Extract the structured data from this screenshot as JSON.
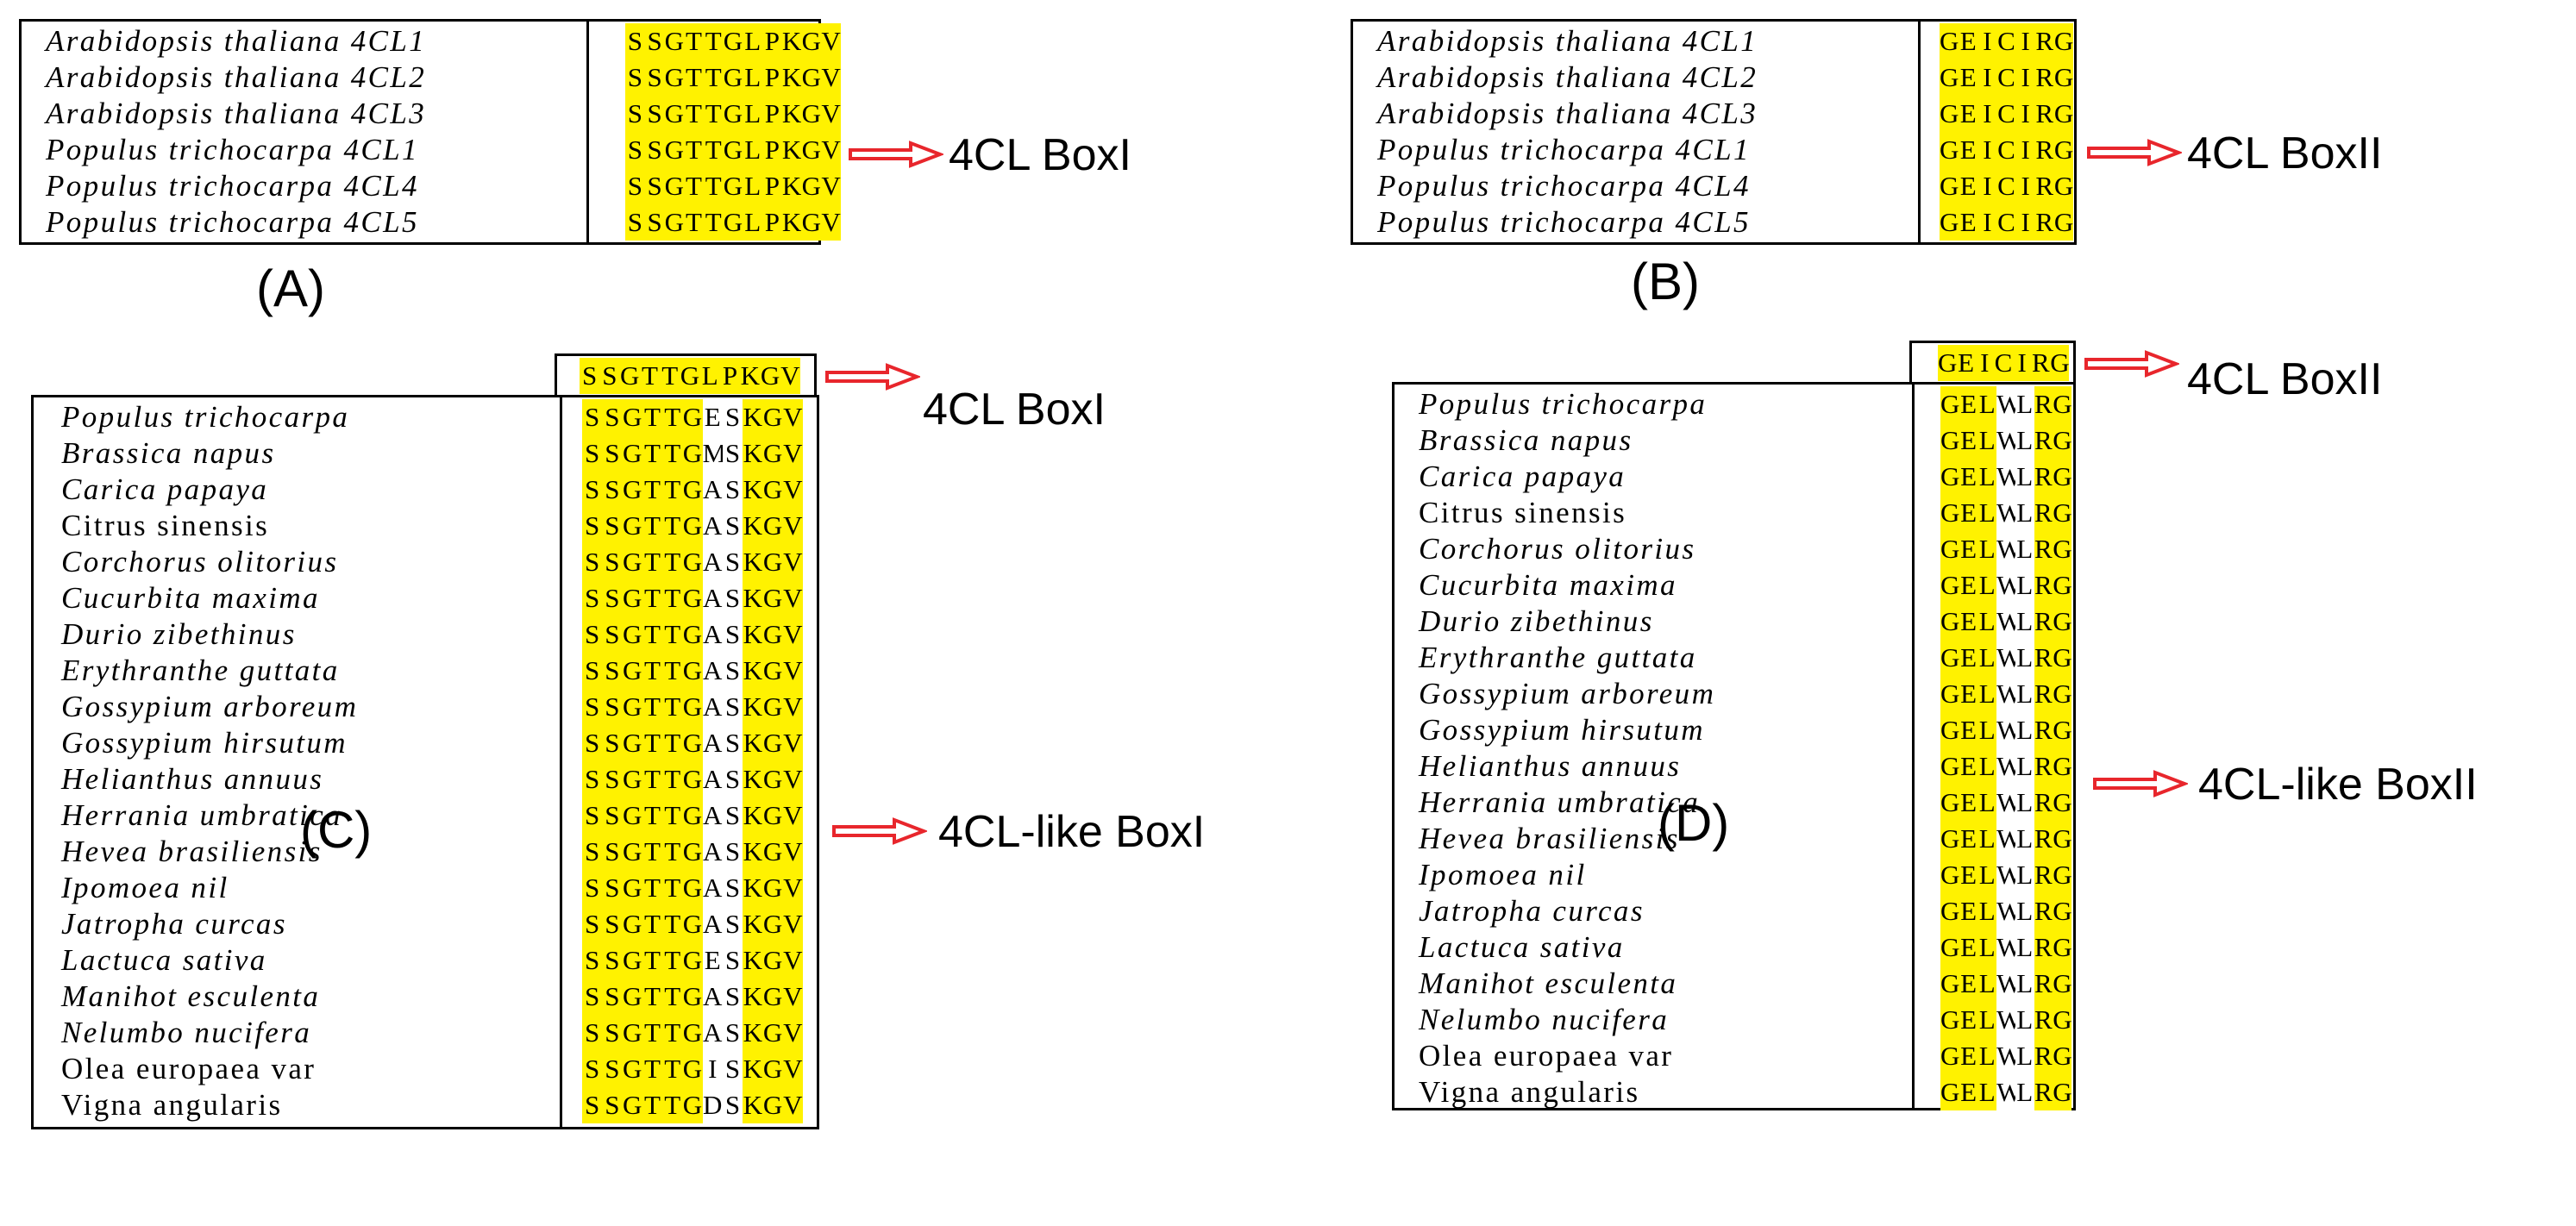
{
  "highlight_color": "#fff200",
  "arrow_color": "#e8262c",
  "panels": [
    {
      "label": "(A)",
      "callout": "4CL BoxI",
      "header_sequence": null,
      "conserved": [
        true,
        true,
        true,
        true,
        true,
        true,
        true,
        true,
        true,
        true,
        true,
        true
      ],
      "rows": [
        {
          "name": "Arabidopsis thaliana 4CL1",
          "italic": true,
          "sequence": "SSGTTGLPKGV"
        },
        {
          "name": "Arabidopsis thaliana 4CL2",
          "italic": true,
          "sequence": "SSGTTGLPKGV"
        },
        {
          "name": "Arabidopsis thaliana 4CL3",
          "italic": true,
          "sequence": "SSGTTGLPKGV"
        },
        {
          "name": "Populus trichocarpa 4CL1",
          "italic": true,
          "sequence": "SSGTTGLPKGV"
        },
        {
          "name": "Populus trichocarpa 4CL4",
          "italic": true,
          "sequence": "SSGTTGLPKGV"
        },
        {
          "name": "Populus trichocarpa 4CL5",
          "italic": true,
          "sequence": "SSGTTGLPKGV"
        }
      ]
    },
    {
      "label": "(B)",
      "callout": "4CL BoxII",
      "header_sequence": null,
      "conserved": [
        true,
        true,
        true,
        true,
        true,
        true,
        true
      ],
      "rows": [
        {
          "name": "Arabidopsis thaliana 4CL1",
          "italic": true,
          "sequence": "GEICIRG"
        },
        {
          "name": "Arabidopsis thaliana 4CL2",
          "italic": true,
          "sequence": "GEICIRG"
        },
        {
          "name": "Arabidopsis thaliana 4CL3",
          "italic": true,
          "sequence": "GEICIRG"
        },
        {
          "name": "Populus trichocarpa 4CL1",
          "italic": true,
          "sequence": "GEICIRG"
        },
        {
          "name": "Populus trichocarpa 4CL4",
          "italic": true,
          "sequence": "GEICIRG"
        },
        {
          "name": "Populus trichocarpa 4CL5",
          "italic": true,
          "sequence": "GEICIRG"
        }
      ]
    },
    {
      "label": "(C)",
      "header_callout": "4CL BoxI",
      "callout": "4CL-like BoxI",
      "header_sequence": "SSGTTGLPKGV",
      "conserved": [
        true,
        true,
        true,
        true,
        true,
        true,
        false,
        false,
        true,
        true,
        true
      ],
      "rows": [
        {
          "name": "Populus trichocarpa",
          "italic": true,
          "sequence": "SSGTTGESKGV"
        },
        {
          "name": "Brassica napus",
          "italic": true,
          "sequence": "SSGTTGMSKGV"
        },
        {
          "name": "Carica papaya",
          "italic": true,
          "sequence": "SSGTTGASKGV"
        },
        {
          "name": "Citrus sinensis",
          "italic": false,
          "sequence": "SSGTTGASKGV"
        },
        {
          "name": "Corchorus olitorius",
          "italic": true,
          "sequence": "SSGTTGASKGV"
        },
        {
          "name": "Cucurbita maxima",
          "italic": true,
          "sequence": "SSGTTGASKGV"
        },
        {
          "name": "Durio zibethinus",
          "italic": true,
          "sequence": "SSGTTGASKGV"
        },
        {
          "name": "Erythranthe guttata",
          "italic": true,
          "sequence": "SSGTTGASKGV"
        },
        {
          "name": "Gossypium arboreum",
          "italic": true,
          "sequence": "SSGTTGASKGV"
        },
        {
          "name": "Gossypium hirsutum",
          "italic": true,
          "sequence": "SSGTTGASKGV"
        },
        {
          "name": "Helianthus annuus",
          "italic": true,
          "sequence": "SSGTTGASKGV"
        },
        {
          "name": "Herrania umbratica",
          "italic": true,
          "sequence": "SSGTTGASKGV"
        },
        {
          "name": "Hevea brasiliensis",
          "italic": true,
          "sequence": "SSGTTGASKGV"
        },
        {
          "name": "Ipomoea nil",
          "italic": true,
          "sequence": "SSGTTGASKGV"
        },
        {
          "name": "Jatropha curcas",
          "italic": true,
          "sequence": "SSGTTGASKGV"
        },
        {
          "name": "Lactuca sativa",
          "italic": true,
          "sequence": "SSGTTGESKGV"
        },
        {
          "name": "Manihot esculenta",
          "italic": true,
          "sequence": "SSGTTGASKGV"
        },
        {
          "name": "Nelumbo nucifera",
          "italic": true,
          "sequence": "SSGTTGASKGV"
        },
        {
          "name": "Olea europaea var",
          "italic": false,
          "sequence": "SSGTTGISKGV"
        },
        {
          "name": "Vigna angularis",
          "italic": false,
          "sequence": "SSGTTGDSKGV"
        }
      ]
    },
    {
      "label": "(D)",
      "header_callout": "4CL BoxII",
      "callout": "4CL-like BoxII",
      "header_sequence": "GEICIRG",
      "conserved": [
        true,
        true,
        true,
        false,
        false,
        true,
        true
      ],
      "rows": [
        {
          "name": "Populus trichocarpa",
          "italic": true,
          "sequence": "GELWLRG"
        },
        {
          "name": "Brassica napus",
          "italic": true,
          "sequence": "GELWLRG"
        },
        {
          "name": "Carica papaya",
          "italic": true,
          "sequence": "GELWLRG"
        },
        {
          "name": "Citrus sinensis",
          "italic": false,
          "sequence": "GELWLRG"
        },
        {
          "name": "Corchorus olitorius",
          "italic": true,
          "sequence": "GELWLRG"
        },
        {
          "name": "Cucurbita maxima",
          "italic": true,
          "sequence": "GELWLRG"
        },
        {
          "name": "Durio zibethinus",
          "italic": true,
          "sequence": "GELWLRG"
        },
        {
          "name": "Erythranthe guttata",
          "italic": true,
          "sequence": "GELWLRG"
        },
        {
          "name": "Gossypium arboreum",
          "italic": true,
          "sequence": "GELWLRG"
        },
        {
          "name": "Gossypium hirsutum",
          "italic": true,
          "sequence": "GELWLRG"
        },
        {
          "name": "Helianthus annuus",
          "italic": true,
          "sequence": "GELWLRG"
        },
        {
          "name": "Herrania umbratica",
          "italic": true,
          "sequence": "GELWLRG"
        },
        {
          "name": "Hevea brasiliensis",
          "italic": true,
          "sequence": "GELWLRG"
        },
        {
          "name": "Ipomoea nil",
          "italic": true,
          "sequence": "GELWLRG"
        },
        {
          "name": "Jatropha curcas",
          "italic": true,
          "sequence": "GELWLRG"
        },
        {
          "name": "Lactuca sativa",
          "italic": true,
          "sequence": "GELWLRG"
        },
        {
          "name": "Manihot esculenta",
          "italic": true,
          "sequence": "GELWLRG"
        },
        {
          "name": "Nelumbo nucifera",
          "italic": true,
          "sequence": "GELWLRG"
        },
        {
          "name": "Olea europaea var",
          "italic": false,
          "sequence": "GELWLRG"
        },
        {
          "name": "Vigna angularis",
          "italic": false,
          "sequence": "GELWLRG"
        }
      ]
    }
  ]
}
